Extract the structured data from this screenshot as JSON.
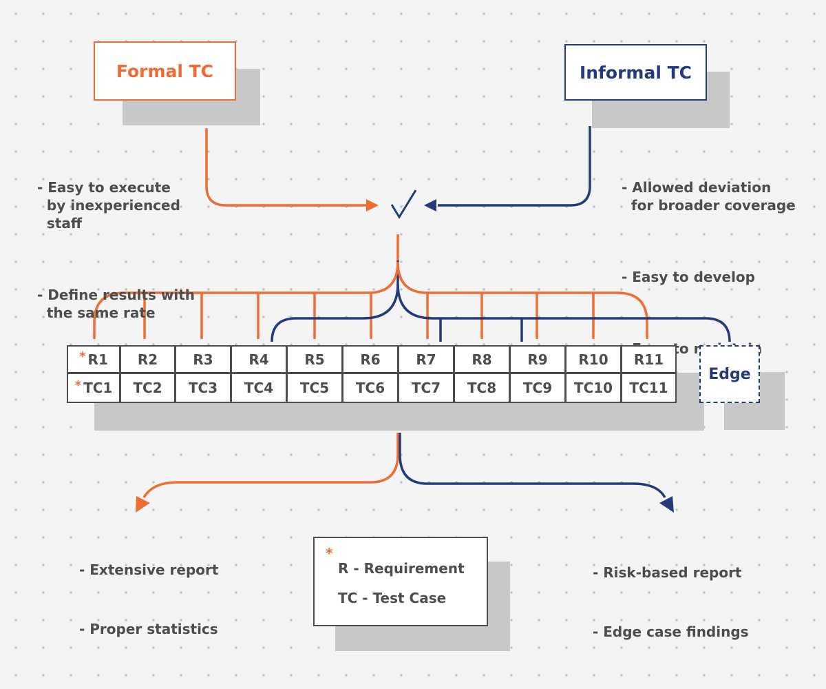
{
  "colors": {
    "formal": "#ef6c35",
    "informal": "#243a7a",
    "text": "#4d4d4d",
    "shadow": "#c8c8c8"
  },
  "formal": {
    "title": "Formal TC",
    "notes": [
      "- Easy to execute\n  by inexperienced\n  staff",
      "- Define results with\n  the same rate"
    ]
  },
  "informal": {
    "title": "Informal TC",
    "notes": [
      "- Allowed deviation\n  for broader coverage",
      "- Easy to develop",
      "- Easy to maintain"
    ]
  },
  "merge_symbol": "check-icon",
  "requirements": [
    "R1",
    "R2",
    "R3",
    "R4",
    "R5",
    "R6",
    "R7",
    "R8",
    "R9",
    "R10",
    "R11"
  ],
  "test_cases": [
    "TC1",
    "TC2",
    "TC3",
    "TC4",
    "TC5",
    "TC6",
    "TC7",
    "TC8",
    "TC9",
    "TC10",
    "TC11"
  ],
  "row_marker": "*",
  "edge_label": "Edge",
  "outcomes": {
    "formal": [
      "- Extensive report",
      "- Proper statistics"
    ],
    "informal": [
      "- Risk-based report",
      "- Edge case findings"
    ]
  },
  "legend": {
    "marker": "*",
    "lines": [
      "R - Requirement",
      "TC - Test Case"
    ]
  }
}
